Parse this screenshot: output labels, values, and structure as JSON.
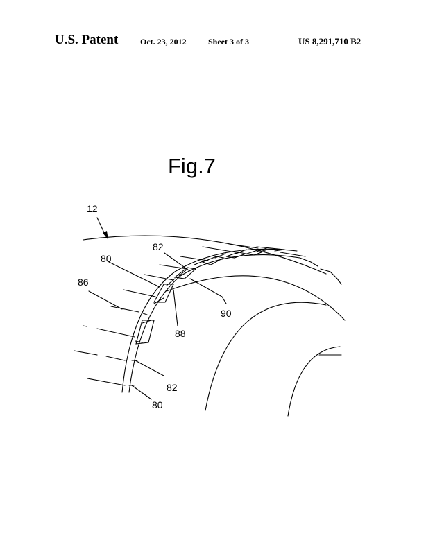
{
  "header": {
    "patent_label": "U.S. Patent",
    "date": "Oct. 23, 2012",
    "sheet": "Sheet 3 of 3",
    "patent_number": "US 8,291,710 B2"
  },
  "figure": {
    "title": "Fig.7",
    "reference_numerals": [
      "12",
      "82",
      "80",
      "86",
      "90",
      "88",
      "82",
      "80"
    ]
  },
  "colors": {
    "ink": "#000000",
    "paper": "#ffffff"
  }
}
